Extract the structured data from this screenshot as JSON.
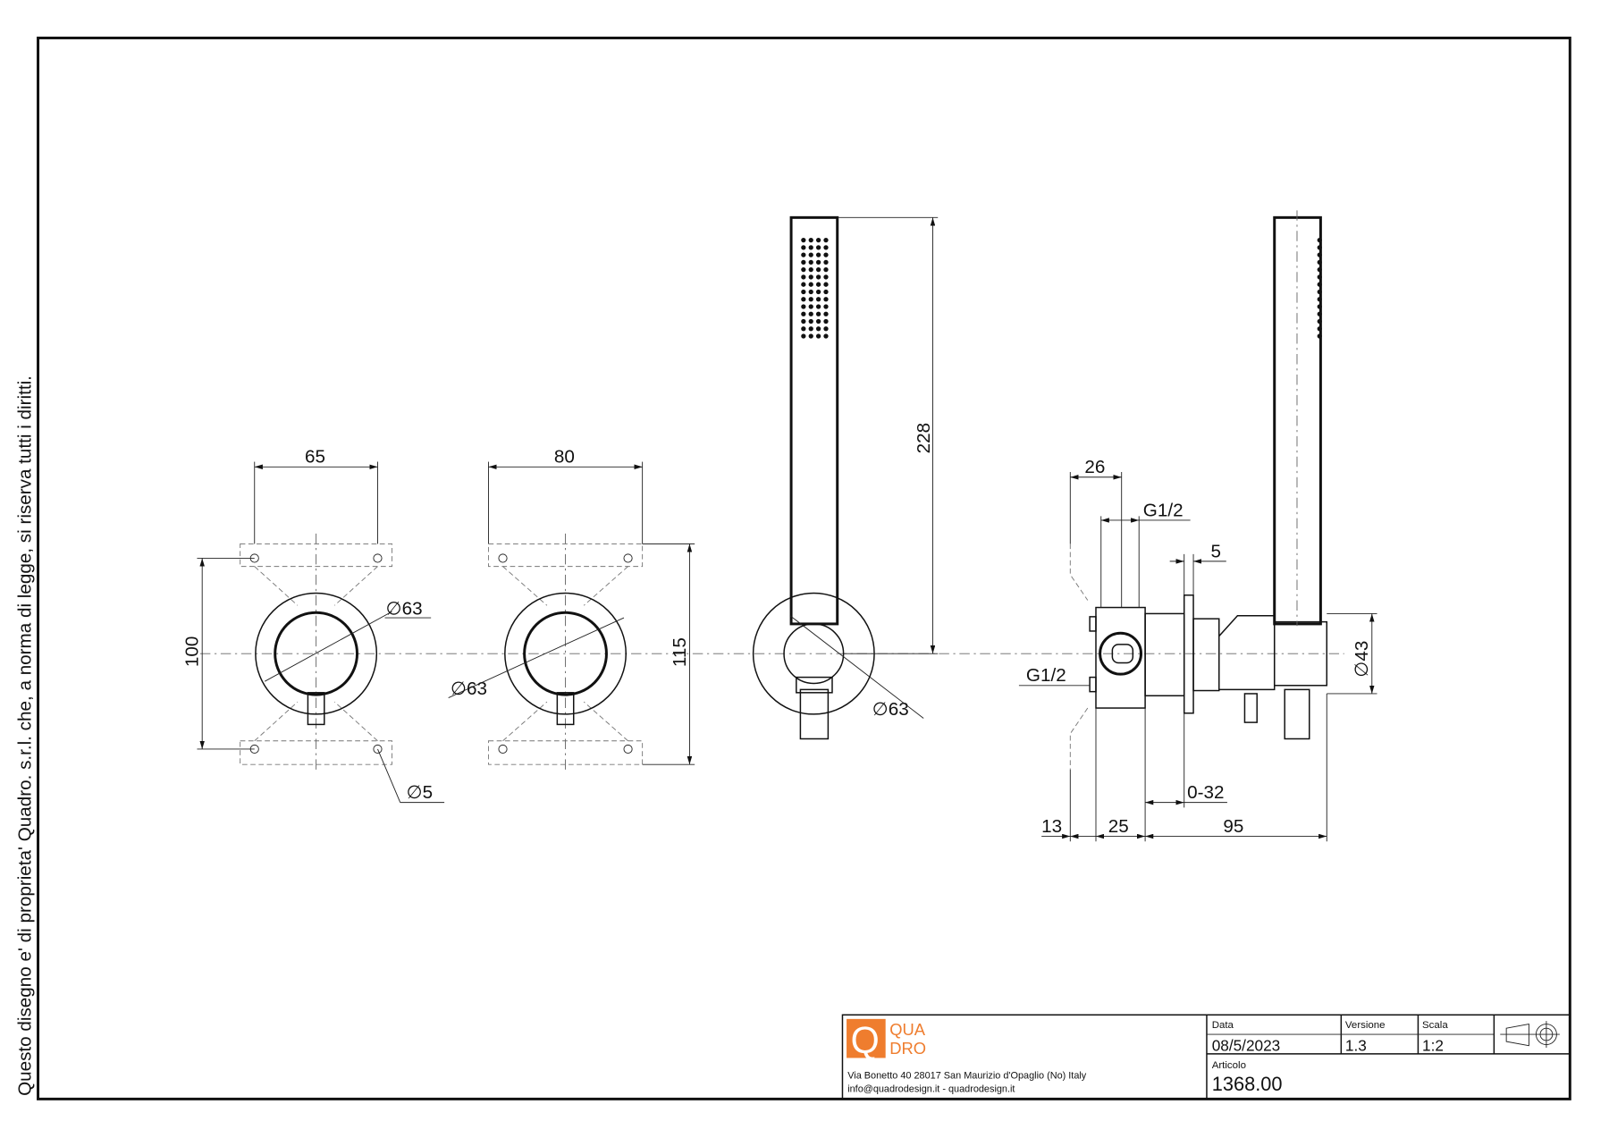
{
  "side_note": "Questo disegno e' di proprieta' Quadro. s.r.l. che, a norma di legge, si riserva tutti i diritti.",
  "dimensions": {
    "front_plate_width_a": "65",
    "front_plate_height_a": "100",
    "front_dia_a": "63",
    "hole_dia": "5",
    "front_plate_width_b": "80",
    "front_plate_height_b": "115",
    "front_dia_b": "63",
    "shower_length": "228",
    "shower_dia": "63",
    "side_26": "26",
    "side_thread_top": "G1/2",
    "side_thread_left": "G1/2",
    "side_5": "5",
    "side_dia_43": "43",
    "side_adjust": "0-32",
    "side_13": "13",
    "side_25": "25",
    "side_95": "95",
    "dia_symbol": "∅"
  },
  "title_block": {
    "logo_letter": "Q",
    "logo_line1": "QUA",
    "logo_line2": "DRO",
    "address": "Via Bonetto 40  28017 San Maurizio d'Opaglio (No) Italy",
    "contact": "info@quadrodesign.it  -  quadrodesign.it",
    "date_label": "Data",
    "date_value": "08/5/2023",
    "version_label": "Versione",
    "version_value": "1.3",
    "scale_label": "Scala",
    "scale_value": "1:2",
    "article_label": "Articolo",
    "article_value": "1368.00",
    "logo_color": "#ef7d2e"
  }
}
